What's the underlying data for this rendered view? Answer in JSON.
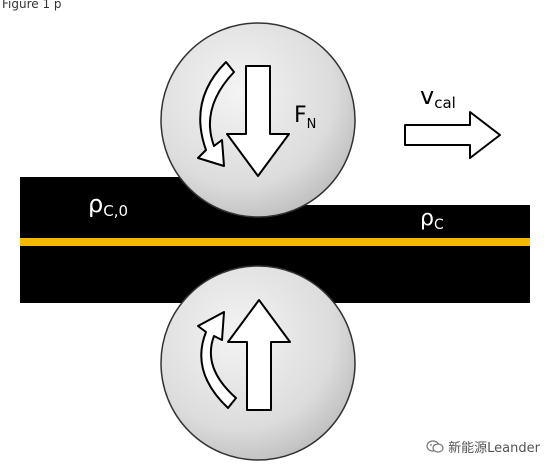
{
  "header": {
    "partial_text": "Figure 1 p"
  },
  "labels": {
    "force": {
      "main": "F",
      "sub": "N"
    },
    "velocity": {
      "main": "v",
      "sub": "cal"
    },
    "density_in": {
      "main": "ρ",
      "sub": "C,0"
    },
    "density_out": {
      "main": "ρ",
      "sub": "C"
    }
  },
  "watermark": {
    "text": "新能源Leander",
    "icon": "wechat-icon"
  },
  "colors": {
    "electrode": "#000000",
    "current_collector": "#f5b800",
    "roller_fill": "#e2e2e2",
    "roller_stroke": "#333333",
    "arrow_fill": "#ffffff",
    "arrow_stroke": "#000000"
  }
}
